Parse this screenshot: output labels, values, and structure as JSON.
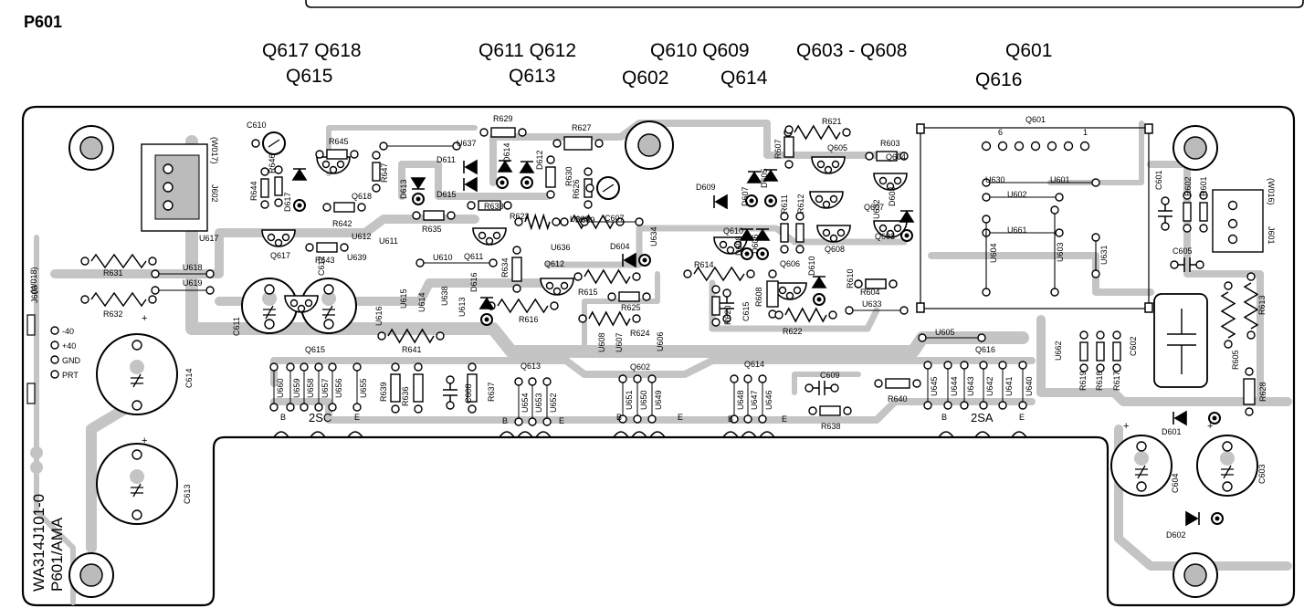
{
  "title": "P601",
  "headers": [
    {
      "id": "h1",
      "text": "Q617 Q618"
    },
    {
      "id": "h2",
      "text": "Q615"
    },
    {
      "id": "h3",
      "text": "Q611 Q612"
    },
    {
      "id": "h4",
      "text": "Q613"
    },
    {
      "id": "h5",
      "text": "Q610 Q609"
    },
    {
      "id": "h6",
      "text": "Q602"
    },
    {
      "id": "h7",
      "text": "Q614"
    },
    {
      "id": "h8",
      "text": "Q603 - Q608"
    },
    {
      "id": "h9",
      "text": "Q601"
    },
    {
      "id": "h10",
      "text": "Q616"
    }
  ],
  "board": {
    "part_number": "WA314J101-0",
    "board_name": "P601/AMA",
    "connectors": {
      "j603": {
        "ref": "J603",
        "code": "(W018)",
        "pins": [
          "-40",
          "+40",
          "GND",
          "PRT"
        ]
      },
      "j602": {
        "ref": "J602",
        "code": "(W017)"
      },
      "j601": {
        "ref": "J601",
        "code": "(W016)"
      }
    },
    "pair_labels": {
      "left": "2SC",
      "right": "2SA",
      "base": "B",
      "emitter": "E"
    },
    "module_q601": {
      "ref": "Q601",
      "pin_first": "6",
      "pin_last": "1"
    },
    "big_caps": [
      "C614",
      "C613",
      "C611",
      "C612",
      "C604",
      "C603"
    ],
    "transistors": [
      "Q618",
      "Q617",
      "Q615",
      "Q611",
      "Q612",
      "Q610",
      "Q605",
      "Q607",
      "Q608",
      "Q604",
      "Q603",
      "Q606",
      "Q613",
      "Q602",
      "Q614",
      "Q616"
    ],
    "resistors": [
      "R629",
      "R627",
      "R621",
      "R603",
      "R645",
      "R647",
      "R644",
      "R646",
      "R642",
      "R643",
      "R635",
      "R633",
      "R623",
      "R609",
      "R630",
      "R626",
      "R631",
      "R632",
      "R641",
      "R616",
      "R615",
      "R625",
      "R624",
      "R614",
      "R612",
      "R611",
      "R610",
      "R604",
      "R608",
      "R620",
      "R622",
      "R639",
      "R636",
      "R637",
      "R638",
      "R640",
      "R619",
      "R618",
      "R617",
      "R605",
      "R613",
      "R628",
      "R602",
      "R601",
      "R607",
      "R634"
    ],
    "diodes": [
      "D617",
      "D613",
      "D611",
      "D615",
      "D614",
      "D612",
      "D609",
      "D608",
      "D606",
      "D607",
      "D605",
      "D610",
      "D603",
      "D616",
      "D604",
      "D601",
      "D602"
    ],
    "capacitors": [
      "C610",
      "C607",
      "C609",
      "C608",
      "C615",
      "C601",
      "C605",
      "C602"
    ],
    "jumpers": [
      "U617",
      "U618",
      "U619",
      "U637",
      "U612",
      "U611",
      "U639",
      "U610",
      "U636",
      "U609",
      "U634",
      "U630",
      "U601",
      "U602",
      "U661",
      "U604",
      "U603",
      "U631",
      "U616",
      "U615",
      "U614",
      "U613",
      "U638",
      "U608",
      "U607",
      "U606",
      "U605",
      "U633",
      "U632",
      "U662",
      "U660",
      "U659",
      "U658",
      "U657",
      "U656",
      "U655",
      "U654",
      "U653",
      "U652",
      "U651",
      "U650",
      "U649",
      "U648",
      "U647",
      "U646",
      "U645",
      "U644",
      "U643",
      "U642",
      "U641",
      "U640"
    ]
  }
}
